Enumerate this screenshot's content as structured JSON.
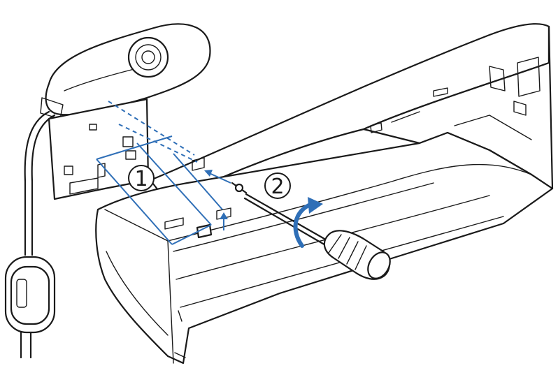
{
  "steps": [
    {
      "label": "1"
    },
    {
      "label": "2"
    }
  ],
  "colors": {
    "line_art": "#1a1a1a",
    "guide_lines": "#2f6fb7",
    "background": "#ffffff"
  },
  "icons": [
    "projector-unit",
    "wall-mount-bracket",
    "screwdriver",
    "screw",
    "ferrite-core-cable",
    "rotate-arrow"
  ]
}
